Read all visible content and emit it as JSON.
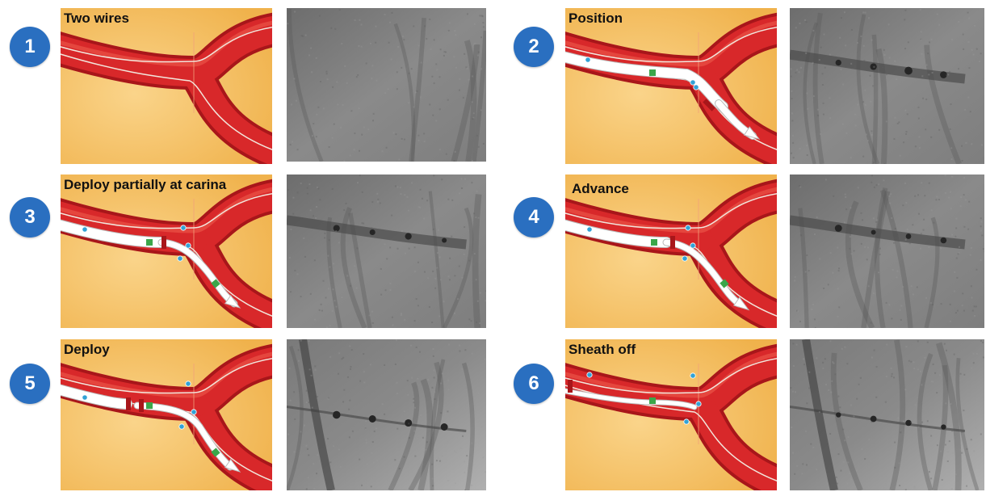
{
  "steps": [
    {
      "number": "1",
      "label": "Two wires",
      "stage": "wires"
    },
    {
      "number": "2",
      "label": "Position",
      "stage": "position"
    },
    {
      "number": "3",
      "label": "Deploy partially at carina",
      "stage": "partial"
    },
    {
      "number": "4",
      "label": "Advance",
      "stage": "advance"
    },
    {
      "number": "5",
      "label": "Deploy",
      "stage": "deploy"
    },
    {
      "number": "6",
      "label": "Sheath off",
      "stage": "sheath-off"
    }
  ],
  "colors": {
    "badge": "#2a6fc0",
    "background_panel": "#f4c063",
    "vessel": "#d8282a",
    "vessel_dark": "#a8161a",
    "marker": "#32a2d6",
    "band": "#3aa64a"
  }
}
